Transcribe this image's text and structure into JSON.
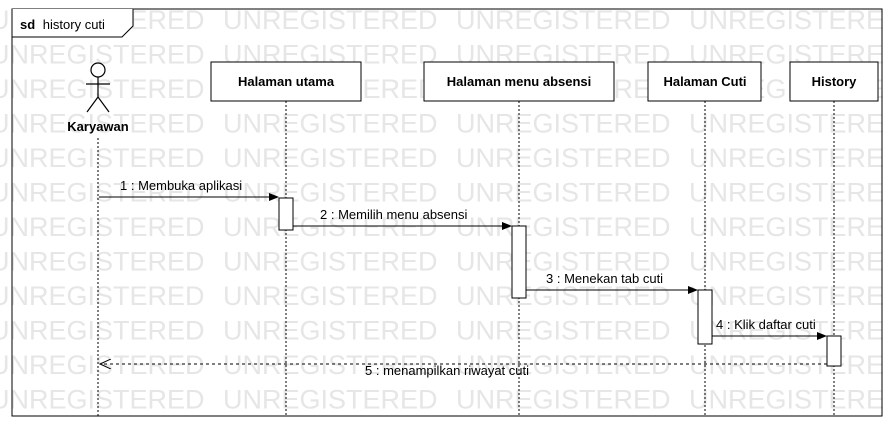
{
  "frame": {
    "keyword": "sd",
    "name": "history cuti"
  },
  "watermark": {
    "text": "UNREGISTERED",
    "color": "#e6e6e6"
  },
  "actor": {
    "label": "Karyawan"
  },
  "lifelines": [
    {
      "id": "halaman-utama",
      "label": "Halaman utama"
    },
    {
      "id": "halaman-menu-absensi",
      "label": "Halaman menu absensi"
    },
    {
      "id": "halaman-cuti",
      "label": "Halaman Cuti"
    },
    {
      "id": "history",
      "label": "History"
    }
  ],
  "messages": [
    {
      "label": "1 : Membuka aplikasi",
      "type": "sync"
    },
    {
      "label": "2 : Memilih menu absensi",
      "type": "sync"
    },
    {
      "label": "3 : Menekan tab cuti",
      "type": "sync"
    },
    {
      "label": "4 : Klik daftar cuti",
      "type": "sync"
    },
    {
      "label": "5 : menampilkan riwayat cuti",
      "type": "return"
    }
  ],
  "colors": {
    "line": "#000000",
    "box_fill": "#ffffff"
  }
}
